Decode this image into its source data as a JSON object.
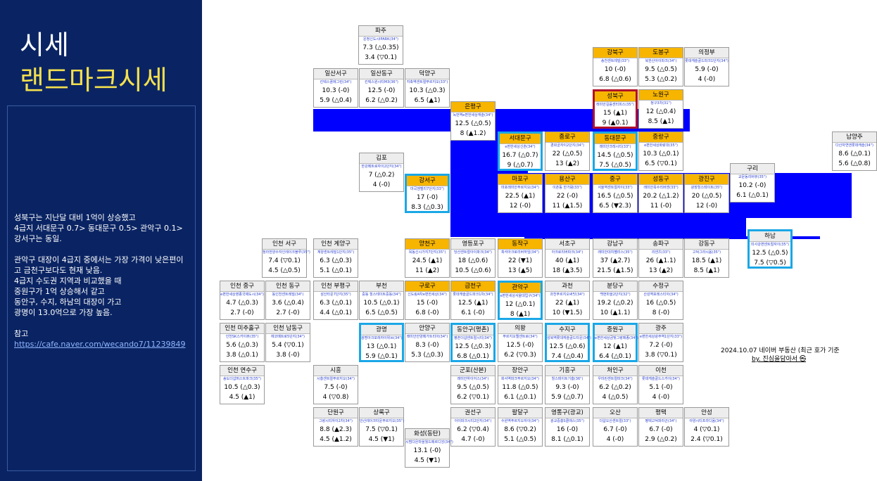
{
  "colors": {
    "sidebar_bg": "#0a2463",
    "title": "#ffffff",
    "subtitle": "#f4e04d",
    "band": "#0000ff",
    "gold": "#f7b500",
    "highlight_blue": "#1aa7e6",
    "highlight_red": "#b0102a"
  },
  "sidebar": {
    "title": "시세",
    "subtitle": "랜드마크시세",
    "paragraph1": [
      "성북구는 지난달 대비 1억이 상승했고",
      "4급지 서대문구 0.7> 동대문구 0.5> 관악구 0.1> 강서구는 동일."
    ],
    "paragraph2": [
      "관악구 대장이 4급지 중에서는 가장 가격이 낮은편이고 금천구보다도 현재 낮음.",
      "4급지 수도권 지역과 비교했을 때",
      "중원구가 1억 상승해서 같고",
      "동안구, 수지, 하남의 대장이 가고",
      "광명이 13.0억으로 가장 높음."
    ],
    "ref_label": "참고",
    "ref_link": "https://cafe.naver.com/wecando7/11239849"
  },
  "map": {
    "note": "2024.10.07 네이버 부동산 (최근 호가 기준",
    "credit": "by. 진심을담아서 ㉿",
    "cells": [
      {
        "name": "파주",
        "lm": "운정신도시IPARK(34\")",
        "p1": "7.3 (△0.35)",
        "p2": "3.4 (▽0.1)",
        "gold": false,
        "hl": ""
      },
      {
        "name": "강북구",
        "lm": "송천센트레빌(33\")",
        "p1": "10 (-0)",
        "p2": "6.8 (△0.6)",
        "gold": true,
        "hl": ""
      },
      {
        "name": "도봉구",
        "lm": "북한산아이파크(34\")",
        "p1": "9.5 (△0.5)",
        "p2": "5.3 (△0.2)",
        "gold": true,
        "hl": ""
      },
      {
        "name": "의정부",
        "lm": "롯데캐슬골드파크1단지(34\")",
        "p1": "5.9 (-0)",
        "p2": "4 (-0)",
        "gold": false,
        "hl": ""
      },
      {
        "name": "일산서구",
        "lm": "킨텍스꿈에그린(34\")",
        "p1": "10.3 (-0)",
        "p2": "5.9 (△0.4)",
        "gold": false,
        "hl": ""
      },
      {
        "name": "일산동구",
        "lm": "킨텍스원시티M3(36\")",
        "p1": "12.5 (-0)",
        "p2": "6.2 (△0.2)",
        "gold": false,
        "hl": ""
      },
      {
        "name": "덕양구",
        "lm": "지축역센트럴푸르지오(33\")",
        "p1": "10.3 (△0.3)",
        "p2": "6.5 (▲1)",
        "gold": false,
        "hl": ""
      },
      {
        "name": "성북구",
        "lm": "래미안길음센터피스(35\")",
        "p1": "15 (▲1)",
        "p2": "9 (▲0.1)",
        "gold": true,
        "hl": "red"
      },
      {
        "name": "노원구",
        "lm": "청구3차(31\")",
        "p1": "12 (△0.4)",
        "p2": "8.5 (▲1)",
        "gold": true,
        "hl": ""
      },
      {
        "name": "은평구",
        "lm": "녹번역e편한세상캐슬(34\")",
        "p1": "12.5 (△0.5)",
        "p2": "8 (▲1.2)",
        "gold": true,
        "hl": ""
      },
      {
        "name": "서대문구",
        "lm": "e편한세상신촌(34\")",
        "p1": "16.7 (△0.7)",
        "p2": "9 (△0.7)",
        "gold": true,
        "hl": "blue"
      },
      {
        "name": "종로구",
        "lm": "경희궁자이2단지(34\")",
        "p1": "22 (△0.5)",
        "p2": "13 (▲2)",
        "gold": true,
        "hl": ""
      },
      {
        "name": "동대문구",
        "lm": "래미안크레시티(33\")",
        "p1": "14.5 (△0.5)",
        "p2": "7.5 (△0.5)",
        "gold": true,
        "hl": "blue"
      },
      {
        "name": "중랑구",
        "lm": "e편한세상화랑대(35\")",
        "p1": "10.3 (△0.1)",
        "p2": "6.5 (▽0.1)",
        "gold": true,
        "hl": ""
      },
      {
        "name": "남양주",
        "lm": "다산자연앤롯데캐슬(34\")",
        "p1": "8.6 (△0.1)",
        "p2": "5.6 (△0.8)",
        "gold": false,
        "hl": ""
      },
      {
        "name": "김포",
        "lm": "한강메트로자이2단지(34\")",
        "p1": "7 (△0.2)",
        "p2": "4 (-0)",
        "gold": false,
        "hl": ""
      },
      {
        "name": "강서구",
        "lm": "마곡엠벨리7단지(33\")",
        "p1": "17 (-0)",
        "p2": "8.3 (△0.3)",
        "gold": true,
        "hl": "blue"
      },
      {
        "name": "마포구",
        "lm": "마포래미안푸르지오(34\")",
        "p1": "22.5 (▲1)",
        "p2": "12 (-0)",
        "gold": true,
        "hl": ""
      },
      {
        "name": "용산구",
        "lm": "이촌동 한가람(33\")",
        "p1": "22 (-0)",
        "p2": "11 (▲1.5)",
        "gold": true,
        "hl": ""
      },
      {
        "name": "중구",
        "lm": "서울역센트럴자이(33\")",
        "p1": "16.5 (△0.5)",
        "p2": "6.5 (▼2.3)",
        "gold": true,
        "hl": ""
      },
      {
        "name": "성동구",
        "lm": "래미안옥수리버젠(33\")",
        "p1": "20.2 (△1.2)",
        "p2": "11 (-0)",
        "gold": true,
        "hl": ""
      },
      {
        "name": "광진구",
        "lm": "광장힐스테이트(35\")",
        "p1": "20 (△0.5)",
        "p2": "12 (-0)",
        "gold": true,
        "hl": ""
      },
      {
        "name": "구리",
        "lm": "교문동리버뷰(35\")",
        "p1": "10.2 (-0)",
        "p2": "6.1 (△0.1)",
        "gold": false,
        "hl": ""
      },
      {
        "name": "하남",
        "lm": "미사강변센트럴자이(35\")",
        "p1": "12.5 (△0.5)",
        "p2": "7.5 (▽0.5)",
        "gold": false,
        "hl": "blue"
      },
      {
        "name": "인천 서구",
        "lm": "청라한양수자인레이크블루(35\")",
        "p1": "7.4 (▽0.1)",
        "p2": "4.5 (△0.5)",
        "gold": false,
        "hl": ""
      },
      {
        "name": "인천 계양구",
        "lm": "계양센트레빌1단지(35\")",
        "p1": "6.3 (△0.3)",
        "p2": "5.1 (△0.1)",
        "gold": false,
        "hl": ""
      },
      {
        "name": "양천구",
        "lm": "목동신시가지7단지(35\")",
        "p1": "24.5 (▲1)",
        "p2": "11 (▲2)",
        "gold": true,
        "hl": ""
      },
      {
        "name": "영등포구",
        "lm": "당산센트럴아이파크(34\")",
        "p1": "18 (△0.6)",
        "p2": "10.5 (△0.6)",
        "gold": false,
        "hl": ""
      },
      {
        "name": "동작구",
        "lm": "흑석아크로리버하임(34\")",
        "p1": "22 (▼1)",
        "p2": "13 (▲5)",
        "gold": true,
        "hl": ""
      },
      {
        "name": "서초구",
        "lm": "아크로리버파크(34\")",
        "p1": "40 (▲1)",
        "p2": "18 (▲3.5)",
        "gold": false,
        "hl": ""
      },
      {
        "name": "강남구",
        "lm": "래미안대치팰리스(35\")",
        "p1": "37 (▲2.7)",
        "p2": "21.5 (▲1.5)",
        "gold": false,
        "hl": ""
      },
      {
        "name": "송파구",
        "lm": "리센츠(33\")",
        "p1": "26 (▲1.1)",
        "p2": "13 (▲2)",
        "gold": false,
        "hl": ""
      },
      {
        "name": "강동구",
        "lm": "고덕그라시움(35\")",
        "p1": "18.5 (▲1)",
        "p2": "8.5 (▲1)",
        "gold": false,
        "hl": ""
      },
      {
        "name": "인천 중구",
        "lm": "e편한세상영종국제도시(34\")",
        "p1": "4.7 (△0.3)",
        "p2": "2.7 (-0)",
        "gold": false,
        "hl": ""
      },
      {
        "name": "인천 동구",
        "lm": "동인천센트레빌(34\")",
        "p1": "3.6 (△0.4)",
        "p2": "2.7 (-0)",
        "gold": false,
        "hl": ""
      },
      {
        "name": "인천 부평구",
        "lm": "삼산타운7단지(35\")",
        "p1": "6.3 (△0.1)",
        "p2": "4.4 (△0.1)",
        "gold": false,
        "hl": ""
      },
      {
        "name": "부천",
        "lm": "중동 힐스테이트중동(34\")",
        "p1": "10.5 (△0.1)",
        "p2": "6.5 (△0.5)",
        "gold": false,
        "hl": ""
      },
      {
        "name": "구로구",
        "lm": "신도림4차e편한세상(34\")",
        "p1": "15 (-0)",
        "p2": "6.8 (-0)",
        "gold": true,
        "hl": ""
      },
      {
        "name": "금천구",
        "lm": "롯데캐슬골드파크1차(34\")",
        "p1": "12.5 (▲1)",
        "p2": "6.1 (-0)",
        "gold": true,
        "hl": ""
      },
      {
        "name": "관악구",
        "lm": "e편한세상서울대입구(34\")",
        "p1": "12 (△0.1)",
        "p2": "8 (▲1)",
        "gold": true,
        "hl": "blue"
      },
      {
        "name": "과천",
        "lm": "과천푸르지오써밋(34\")",
        "p1": "22 (▲1)",
        "p2": "10 (▼1.5)",
        "gold": false,
        "hl": ""
      },
      {
        "name": "분당구",
        "lm": "백현마을2단지(32\")",
        "p1": "19.2 (△0.2)",
        "p2": "10 (▲1.1)",
        "gold": false,
        "hl": ""
      },
      {
        "name": "수정구",
        "lm": "산성역포레스티아(34\")",
        "p1": "16 (△0.5)",
        "p2": "8 (-0)",
        "gold": false,
        "hl": ""
      },
      {
        "name": "인천 미추홀구",
        "lm": "인천SK스카이뷰(35\")",
        "p1": "5.6 (△0.3)",
        "p2": "3.8 (△0.1)",
        "gold": false,
        "hl": ""
      },
      {
        "name": "인천 남동구",
        "lm": "에코메트로5단지(34\")",
        "p1": "5.4 (▽0.1)",
        "p2": "3.8 (-0)",
        "gold": false,
        "hl": ""
      },
      {
        "name": "광명",
        "lm": "광명아크포레자이위브(34\")",
        "p1": "13 (△0.1)",
        "p2": "5.9 (△0.1)",
        "gold": false,
        "hl": "blue"
      },
      {
        "name": "안양구",
        "lm": "래미안안양메가트리아(34\")",
        "p1": "8.3 (-0)",
        "p2": "5.3 (△0.3)",
        "gold": false,
        "hl": ""
      },
      {
        "name": "동안구(평촌)",
        "lm": "평촌더샵센트럴시티(34\")",
        "p1": "12.5 (△0.3)",
        "p2": "6.8 (△0.1)",
        "gold": false,
        "hl": "blue"
      },
      {
        "name": "의왕",
        "lm": "푸르지오엘센트로(34\")",
        "p1": "12.5 (-0)",
        "p2": "6.2 (▽0.3)",
        "gold": false,
        "hl": ""
      },
      {
        "name": "수지구",
        "lm": "성복역롯데캐슬골드타운(34\")",
        "p1": "12.5 (△0.6)",
        "p2": "7.4 (△0.4)",
        "gold": false,
        "hl": "blue"
      },
      {
        "name": "중원구",
        "lm": "e편한세상금빛그랑메종(34\")",
        "p1": "12 (▲1)",
        "p2": "6.4 (△0.1)",
        "gold": false,
        "hl": "blue"
      },
      {
        "name": "광주",
        "lm": "e편한세상광주역1단지(33\")",
        "p1": "7.2 (-0)",
        "p2": "3.8 (▽0.1)",
        "gold": false,
        "hl": ""
      },
      {
        "name": "인천 연수구",
        "lm": "송도더샵퍼스트파크(35\")",
        "p1": "10.5 (△0.3)",
        "p2": "4.5 (▲1)",
        "gold": false,
        "hl": ""
      },
      {
        "name": "시흥",
        "lm": "시흥센트럴푸르지오(34\")",
        "p1": "7.5 (-0)",
        "p2": "4 (▽0.8)",
        "gold": false,
        "hl": ""
      },
      {
        "name": "군포(산본)",
        "lm": "래미안하이어스(34\")",
        "p1": "9.5 (△0.5)",
        "p2": "6.2 (▽0.1)",
        "gold": false,
        "hl": ""
      },
      {
        "name": "장안구",
        "lm": "화서역파크푸르지오(34\")",
        "p1": "11.8 (△0.5)",
        "p2": "6.1 (△0.1)",
        "gold": false,
        "hl": ""
      },
      {
        "name": "기흥구",
        "lm": "힐스테이트기흥(36\")",
        "p1": "9.3 (-0)",
        "p2": "5.9 (△0.7)",
        "gold": false,
        "hl": ""
      },
      {
        "name": "처인구",
        "lm": "우미린센트럴파크(34\")",
        "p1": "6.2 (△0.2)",
        "p2": "4 (△0.5)",
        "gold": false,
        "hl": ""
      },
      {
        "name": "이천",
        "lm": "롯데캐슬골드스카이(34\")",
        "p1": "5.1 (-0)",
        "p2": "4 (-0)",
        "gold": false,
        "hl": ""
      },
      {
        "name": "단원구",
        "lm": "그랑시티자이2차(34\")",
        "p1": "8.8 (▲2.3)",
        "p2": "4.5 (▲1.2)",
        "gold": false,
        "hl": ""
      },
      {
        "name": "상록구",
        "lm": "안산레이크타운푸르지오(35\")",
        "p1": "7.5 (▽0.1)",
        "p2": "4.5 (▼1)",
        "gold": false,
        "hl": ""
      },
      {
        "name": "권선구",
        "lm": "아이파크시티2단지(34\")",
        "p1": "6.2 (▽0.4)",
        "p2": "4.7 (-0)",
        "gold": false,
        "hl": ""
      },
      {
        "name": "팔달구",
        "lm": "수원역푸르지오자이(34\")",
        "p1": "8.6 (▽0.2)",
        "p2": "5.1 (△0.5)",
        "gold": false,
        "hl": ""
      },
      {
        "name": "영통구(광교)",
        "lm": "광교중흥S클래스(35\")",
        "p1": "16 (-0)",
        "p2": "8.1 (△0.1)",
        "gold": false,
        "hl": ""
      },
      {
        "name": "오산",
        "lm": "더샵오산센트럴(33\")",
        "p1": "6.7 (-0)",
        "p2": "4 (-0)",
        "gold": false,
        "hl": ""
      },
      {
        "name": "평택",
        "lm": "평택고덕파라곤(34\")",
        "p1": "6.7 (-0)",
        "p2": "2.9 (△0.2)",
        "gold": false,
        "hl": ""
      },
      {
        "name": "안성",
        "lm": "아양시티프라디움(34\")",
        "p1": "4 (▽0.1)",
        "p2": "2.4 (▽0.1)",
        "gold": false,
        "hl": ""
      },
      {
        "name": "화성(동탄)",
        "lm": "시범다은마을월드메르디앙(34\")",
        "p1": "13.1 (-0)",
        "p2": "4.5 (▼1)",
        "gold": false,
        "hl": ""
      }
    ]
  }
}
